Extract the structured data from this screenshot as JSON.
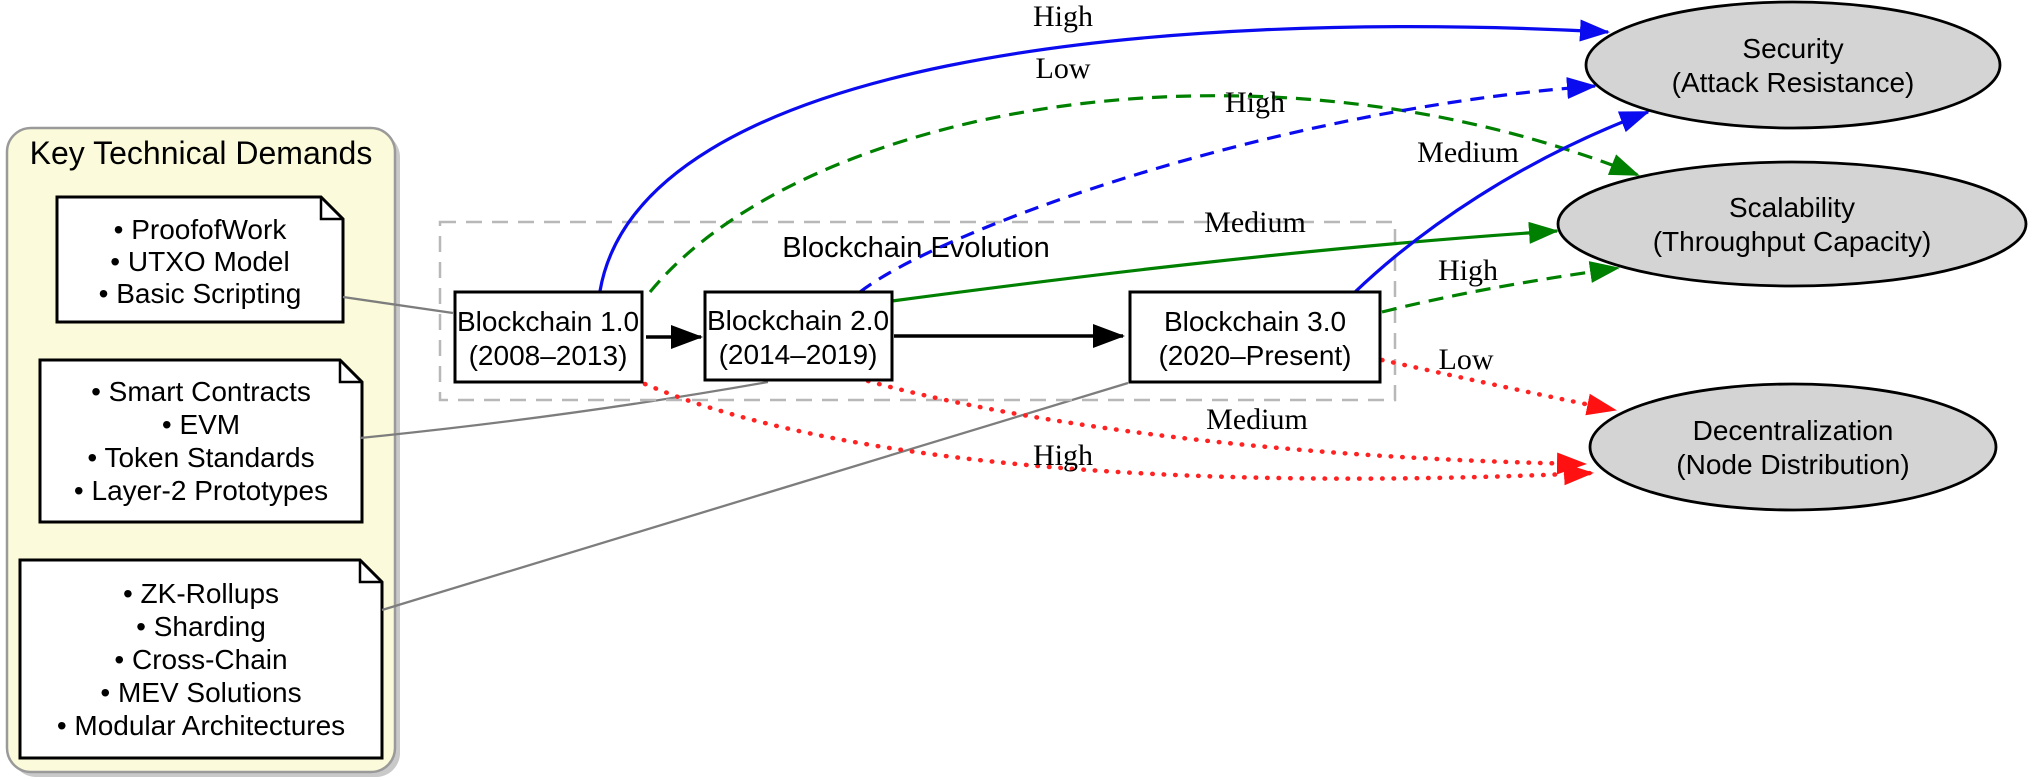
{
  "panel": {
    "title": "Key Technical Demands",
    "notes": [
      {
        "items": [
          "• ProofofWork",
          "• UTXO Model",
          "• Basic Scripting"
        ]
      },
      {
        "items": [
          "• Smart Contracts",
          "• EVM",
          "• Token Standards",
          "• Layer-2 Prototypes"
        ]
      },
      {
        "items": [
          "• ZK-Rollups",
          "• Sharding",
          "• Cross-Chain",
          "• MEV Solutions",
          "• Modular Architectures"
        ]
      }
    ]
  },
  "evolution": {
    "label": "Blockchain Evolution",
    "stages": [
      {
        "name": "Blockchain 1.0",
        "years": "(2008–2013)"
      },
      {
        "name": "Blockchain 2.0",
        "years": "(2014–2019)"
      },
      {
        "name": "Blockchain 3.0",
        "years": "(2020–Present)"
      }
    ]
  },
  "properties": [
    {
      "name": "Security",
      "sub": "(Attack Resistance)"
    },
    {
      "name": "Scalability",
      "sub": "(Throughput Capacity)"
    },
    {
      "name": "Decentralization",
      "sub": "(Node Distribution)"
    }
  ],
  "edges": [
    {
      "from": "Blockchain 1.0",
      "to": "Security",
      "label": "High",
      "style": "solid",
      "color": "#0b0bf0"
    },
    {
      "from": "Blockchain 1.0",
      "to": "Scalability",
      "label": "Low",
      "style": "dashed",
      "color": "#008000"
    },
    {
      "from": "Blockchain 1.0",
      "to": "Decentralization",
      "label": "High",
      "style": "dotted",
      "color": "#ff2222"
    },
    {
      "from": "Blockchain 2.0",
      "to": "Security",
      "label": "High",
      "style": "dashed",
      "color": "#0b0bf0"
    },
    {
      "from": "Blockchain 2.0",
      "to": "Scalability",
      "label": "Medium",
      "style": "solid",
      "color": "#008000"
    },
    {
      "from": "Blockchain 2.0",
      "to": "Decentralization",
      "label": "Medium",
      "style": "dotted",
      "color": "#ff2222"
    },
    {
      "from": "Blockchain 3.0",
      "to": "Security",
      "label": "Medium",
      "style": "solid",
      "color": "#0b0bf0"
    },
    {
      "from": "Blockchain 3.0",
      "to": "Scalability",
      "label": "High",
      "style": "dashed",
      "color": "#008000"
    },
    {
      "from": "Blockchain 3.0",
      "to": "Decentralization",
      "label": "Low",
      "style": "dotted",
      "color": "#ff2222"
    }
  ],
  "colors": {
    "security_edge": "#0b0bf0",
    "scalability_edge": "#008000",
    "decentralization_edge": "#ff2222",
    "node_fill": "#d4d4d4",
    "panel_fill": "#fbfada",
    "connector_gray": "#7d7d7d"
  }
}
